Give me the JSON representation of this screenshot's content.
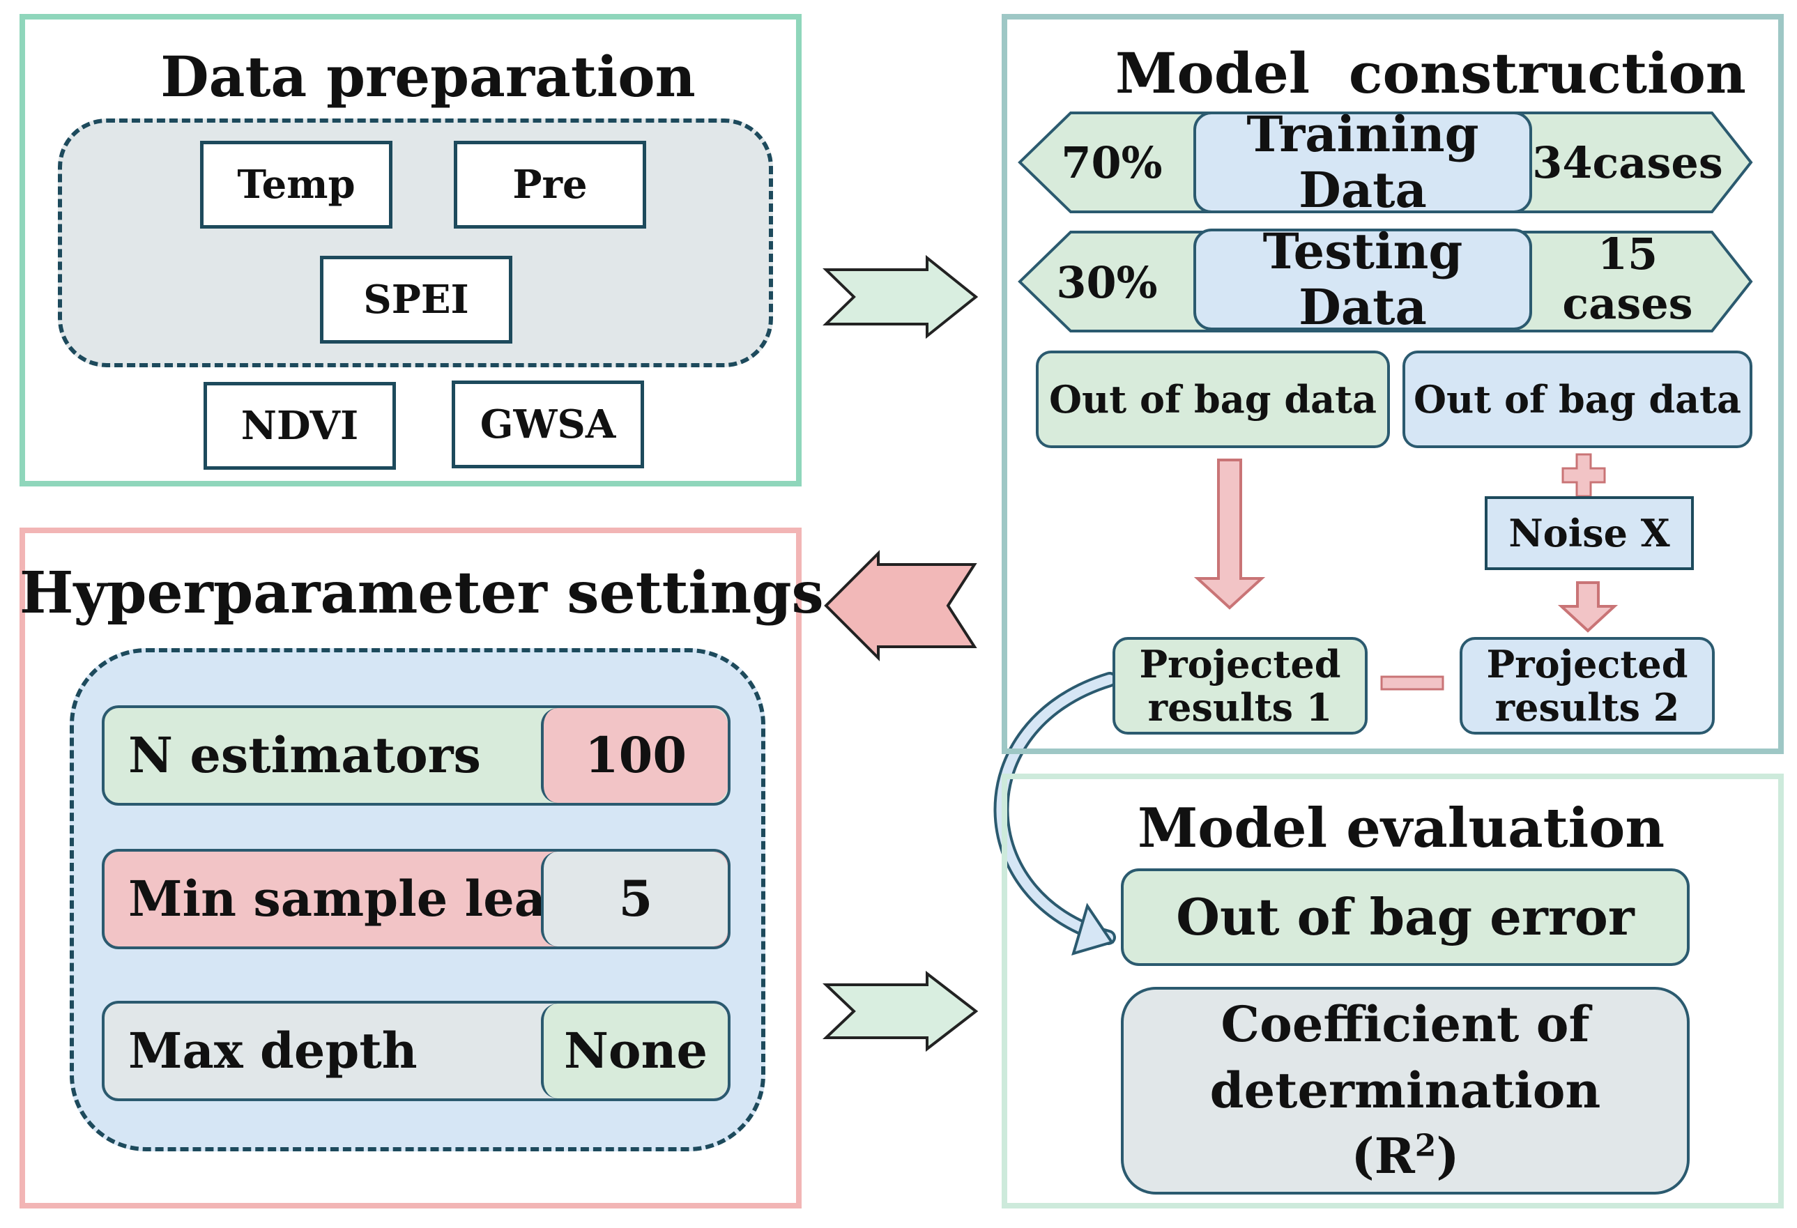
{
  "colors": {
    "panel_green_border": "#8fd6bb",
    "panel_teal_border": "#9ec7c5",
    "panel_pink_border": "#f2b5b5",
    "panel_light_green_border": "#cdeadb",
    "dashed_border": "#1d4a5c",
    "green_fill": "#d8ebdb",
    "blue_fill": "#d6e6f5",
    "pink_fill": "#f2c4c6",
    "grey_fill": "#e1e7e9",
    "arrow_green": "#d9eee0",
    "arrow_pink": "#f2b8b8"
  },
  "data_preparation": {
    "title": "Data preparation",
    "inputs": [
      "Temp",
      "Pre",
      "SPEI",
      "NDVI",
      "GWSA"
    ]
  },
  "model_construction": {
    "title": "Model  construction",
    "training": {
      "percent": "70%",
      "label": "Training Data",
      "cases": "34cases"
    },
    "testing": {
      "percent": "30%",
      "label": "Testing Data",
      "cases": "15 cases"
    },
    "oob_left": "Out of bag data",
    "oob_right": "Out of bag data",
    "plus_symbol": "+",
    "noise": "Noise X",
    "projected_1": [
      "Projected",
      "results 1"
    ],
    "projected_2": [
      "Projected",
      "results 2"
    ]
  },
  "hyperparameter_settings": {
    "title": "Hyperparameter settings",
    "params": [
      {
        "name": "N estimators",
        "value": "100"
      },
      {
        "name": "Min sample leaf",
        "value": "5"
      },
      {
        "name": "Max depth",
        "value": "None"
      }
    ]
  },
  "model_evaluation": {
    "title": "Model evaluation",
    "metric_1": "Out of bag error",
    "metric_2_lines": [
      "Coefficient of",
      "determination"
    ],
    "metric_2_symbol_base": "(R",
    "metric_2_symbol_sup": "2",
    "metric_2_symbol_end": ")"
  }
}
